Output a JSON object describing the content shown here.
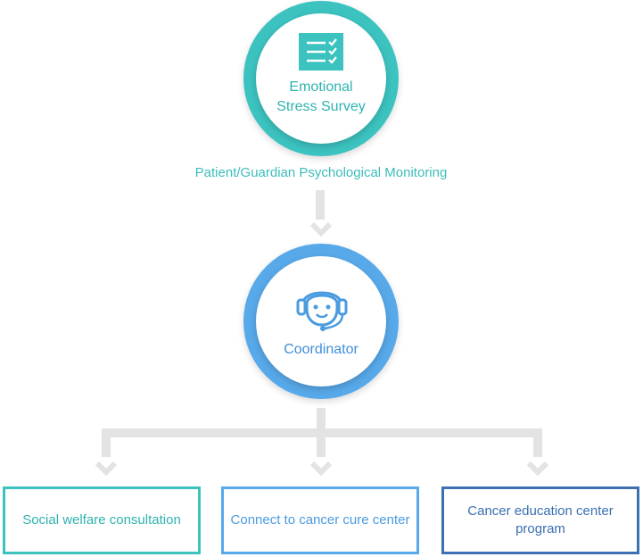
{
  "top_node": {
    "label_line1": "Emotional",
    "label_line2": "Stress Survey",
    "icon": "checklist-icon",
    "color": "#3cc3c0"
  },
  "subtitle": "Patient/Guardian Psychological Monitoring",
  "middle_node": {
    "label": "Coordinator",
    "icon": "headset-agent-icon",
    "color": "#58a9ea"
  },
  "outcomes": [
    {
      "label": "Social welfare consultation",
      "color": "#3cc3c0"
    },
    {
      "label": "Connect to cancer cure center",
      "color": "#58a9ea"
    },
    {
      "label": "Cancer education center program",
      "color": "#3d70b2"
    }
  ],
  "connector_color": "#e3e3e3"
}
